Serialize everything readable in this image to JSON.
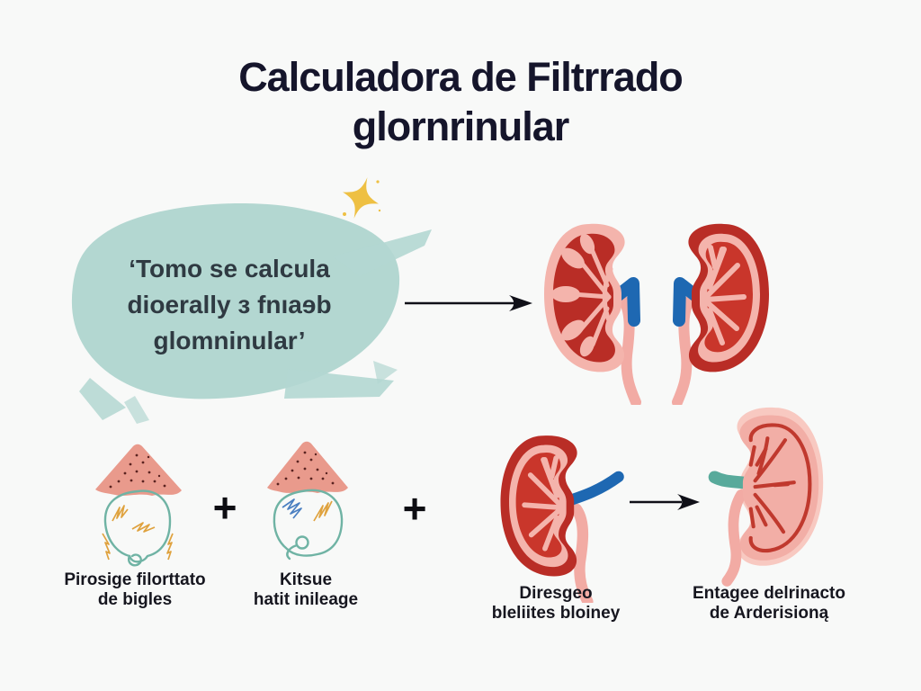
{
  "title": {
    "line1": "Calculadora de Filtrrado",
    "line2": "glornrinular"
  },
  "quote": {
    "line1": "‘Tomo se calcula",
    "line2": "dioerally ɜ fnıaɘb",
    "line3": "glomninular’"
  },
  "formula": {
    "plus1": "+",
    "plus2": "+",
    "items": [
      {
        "label_line1": "Pirosige filorttato",
        "label_line2": "de bigles",
        "icon": "glomerulus-capsule-illustration"
      },
      {
        "label_line1": "Kitsue",
        "label_line2": "hatit inileage",
        "icon": "glomerulus-capsule-illustration"
      },
      {
        "label_line1": "Diresgeo",
        "label_line2": "bleliites bloiney",
        "icon": "red-kidney-illustration"
      },
      {
        "label_line1": "Entagee delrinacto",
        "label_line2": "de Arderisioną",
        "icon": "pink-kidney-illustration"
      }
    ]
  },
  "colors": {
    "background": "#f8f9f8",
    "title_text": "#15152b",
    "quote_blob_teal": "#b3d7d1",
    "quote_text": "#2f3a42",
    "sparkle_gold": "#eec043",
    "kidney_pink": "#f4b4ac",
    "kidney_dark_red": "#b92d26",
    "kidney_mid_red": "#c9362b",
    "kidney_halo_pink": "#f8c9c1",
    "vessel_blue": "#1e68b2",
    "vessel_teal": "#58aa9b",
    "ureter_pink": "#f2aba4",
    "roof_salmon": "#e99a8c",
    "capsule_outline_teal": "#6fb3a4",
    "scribble_gold": "#dfa23e",
    "scribble_blue": "#4a7fc1",
    "arrow_black": "#101018",
    "label_text": "#16161f"
  }
}
